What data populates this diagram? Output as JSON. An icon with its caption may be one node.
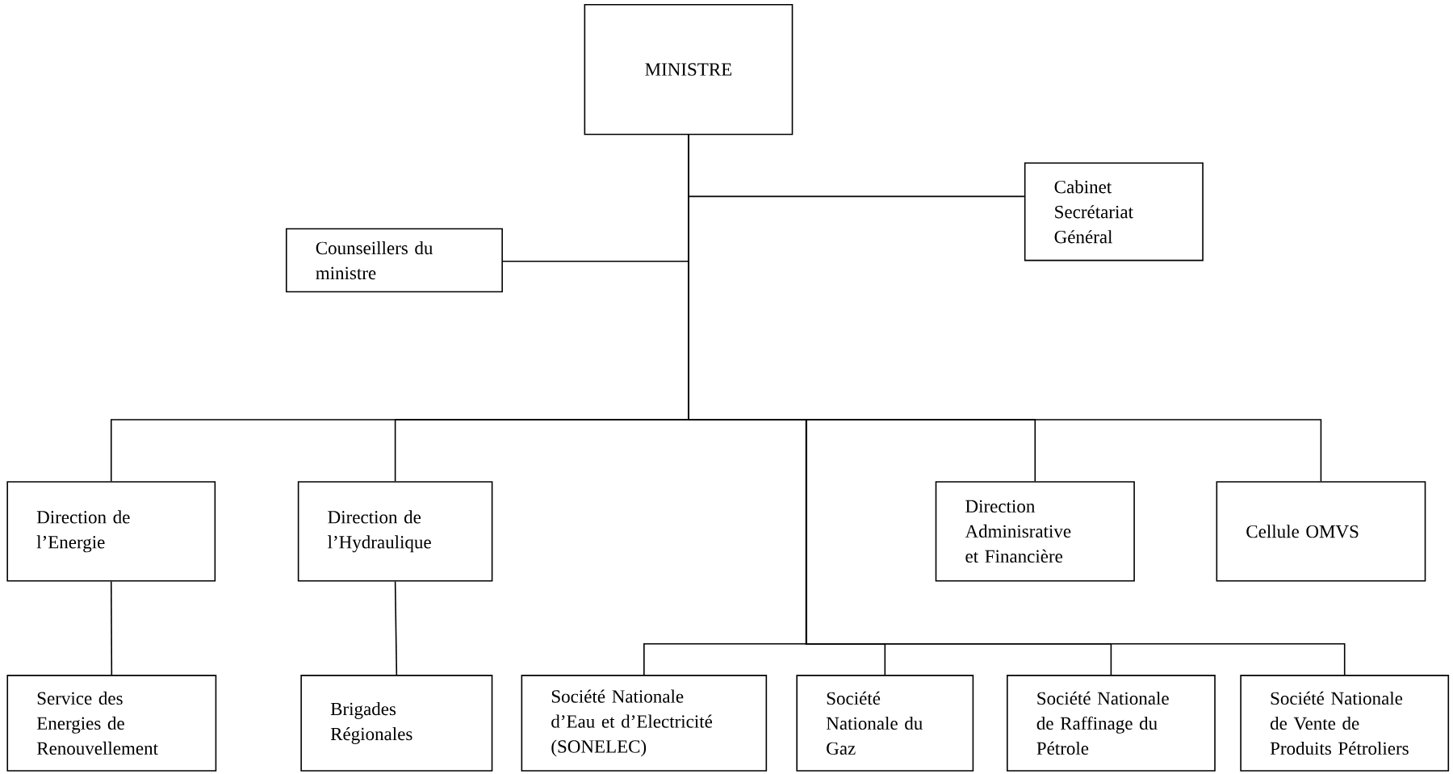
{
  "diagram": {
    "nodes": [
      {
        "text": [
          "MINISTRE"
        ]
      },
      {
        "text": [
          "Cabinet Secrétariat Général"
        ]
      },
      {
        "text": [
          "Counseillers du ministre"
        ]
      },
      {
        "text": [
          "Direction de l’Energie"
        ]
      },
      {
        "text": [
          "Direction de l’Hydraulique"
        ]
      },
      {
        "text": [
          "Direction Adminisrative et Financière"
        ]
      },
      {
        "text": [
          "Cellule OMVS"
        ]
      },
      {
        "text": [
          "Service des Energies de Renouvellement"
        ]
      },
      {
        "text": [
          "Brigades Régionales"
        ]
      },
      {
        "text": [
          "Société Nationale d’Eau et d’Electricité (SONELEC)"
        ]
      },
      {
        "text": [
          "Société Nationale du Gaz"
        ]
      },
      {
        "text": [
          "Société Nationale de Raffinage du Pétrole"
        ]
      },
      {
        "text": [
          "Société Nationale de Vente de Produits Pétroliers"
        ]
      }
    ],
    "edges": [
      {
        "from": 0,
        "to": 1,
        "arrow": "none"
      },
      {
        "from": 0,
        "to": 2,
        "arrow": "none"
      },
      {
        "from": 0,
        "to": 3,
        "arrow": "none"
      },
      {
        "from": 0,
        "to": 4,
        "arrow": "none"
      },
      {
        "from": 0,
        "to": 5,
        "arrow": "none"
      },
      {
        "from": 0,
        "to": 6,
        "arrow": "none"
      },
      {
        "from": 3,
        "to": 7,
        "arrow": "none"
      },
      {
        "from": 4,
        "to": 8,
        "arrow": "none"
      },
      {
        "from": 0,
        "to": 9,
        "arrow": "none"
      },
      {
        "from": 0,
        "to": 10,
        "arrow": "none"
      },
      {
        "from": 0,
        "to": 11,
        "arrow": "none"
      },
      {
        "from": 0,
        "to": 12,
        "arrow": "none"
      }
    ]
  }
}
